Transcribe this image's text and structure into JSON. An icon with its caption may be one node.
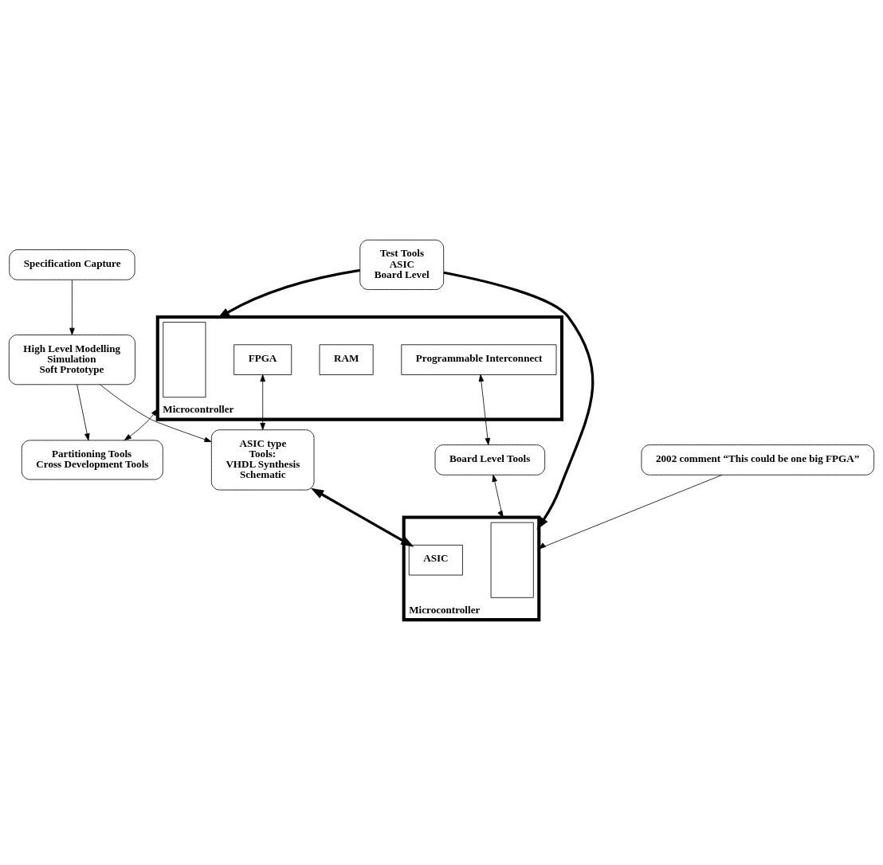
{
  "diagram": {
    "nodes": [
      {
        "text": [
          "Specification Capture"
        ]
      },
      {
        "text": [
          "High Level Modelling",
          "Simulation",
          "Soft Prototype"
        ]
      },
      {
        "text": [
          "Microcontroller"
        ]
      },
      {
        "text": [],
        "shape": "box",
        "in": 2
      },
      {
        "text": [
          "RAM"
        ],
        "in": 2
      },
      {
        "text": [
          "FPGA"
        ],
        "in": 2
      },
      {
        "text": [
          "Programmable Interconnect"
        ],
        "in": 2
      },
      {
        "text": [
          "Partitioning Tools",
          "Cross Development Tools"
        ]
      },
      {
        "text": [
          "Board Level Tools"
        ]
      },
      {
        "text": [
          "ASIC type",
          "Tools:",
          "VHDL Synthesis",
          "Schematic"
        ]
      },
      {
        "text": [
          "Microcontroller"
        ]
      },
      {
        "text": [],
        "shape": "box",
        "in": 10
      },
      {
        "text": [
          "ASIC"
        ],
        "in": 10
      },
      {
        "text": [
          "2002 comment “This could be one big FPGA”"
        ]
      },
      {
        "text": [
          "Test Tools",
          "ASIC",
          "Board Level"
        ]
      }
    ],
    "edges": [
      {
        "from": 0,
        "to": 1,
        "arrow": "to"
      },
      {
        "from": 1,
        "to": 7,
        "arrow": "to"
      },
      {
        "from": 1,
        "to": 9,
        "arrow": "to"
      },
      {
        "from": 2,
        "to": 7,
        "arrow": "both"
      },
      {
        "from": 6,
        "to": 8,
        "arrow": "both"
      },
      {
        "from": 5,
        "to": 9,
        "arrow": "both"
      },
      {
        "from": 8,
        "to": 10,
        "arrow": "both"
      },
      {
        "from": 9,
        "to": 12,
        "arrow": "both",
        "style": "thick"
      },
      {
        "from": 13,
        "to": 10,
        "arrow": "to"
      },
      {
        "from": 14,
        "to": 10,
        "arrow": "to",
        "style": "thick"
      },
      {
        "from": 14,
        "to": 2,
        "arrow": "to",
        "style": "thick"
      }
    ]
  }
}
